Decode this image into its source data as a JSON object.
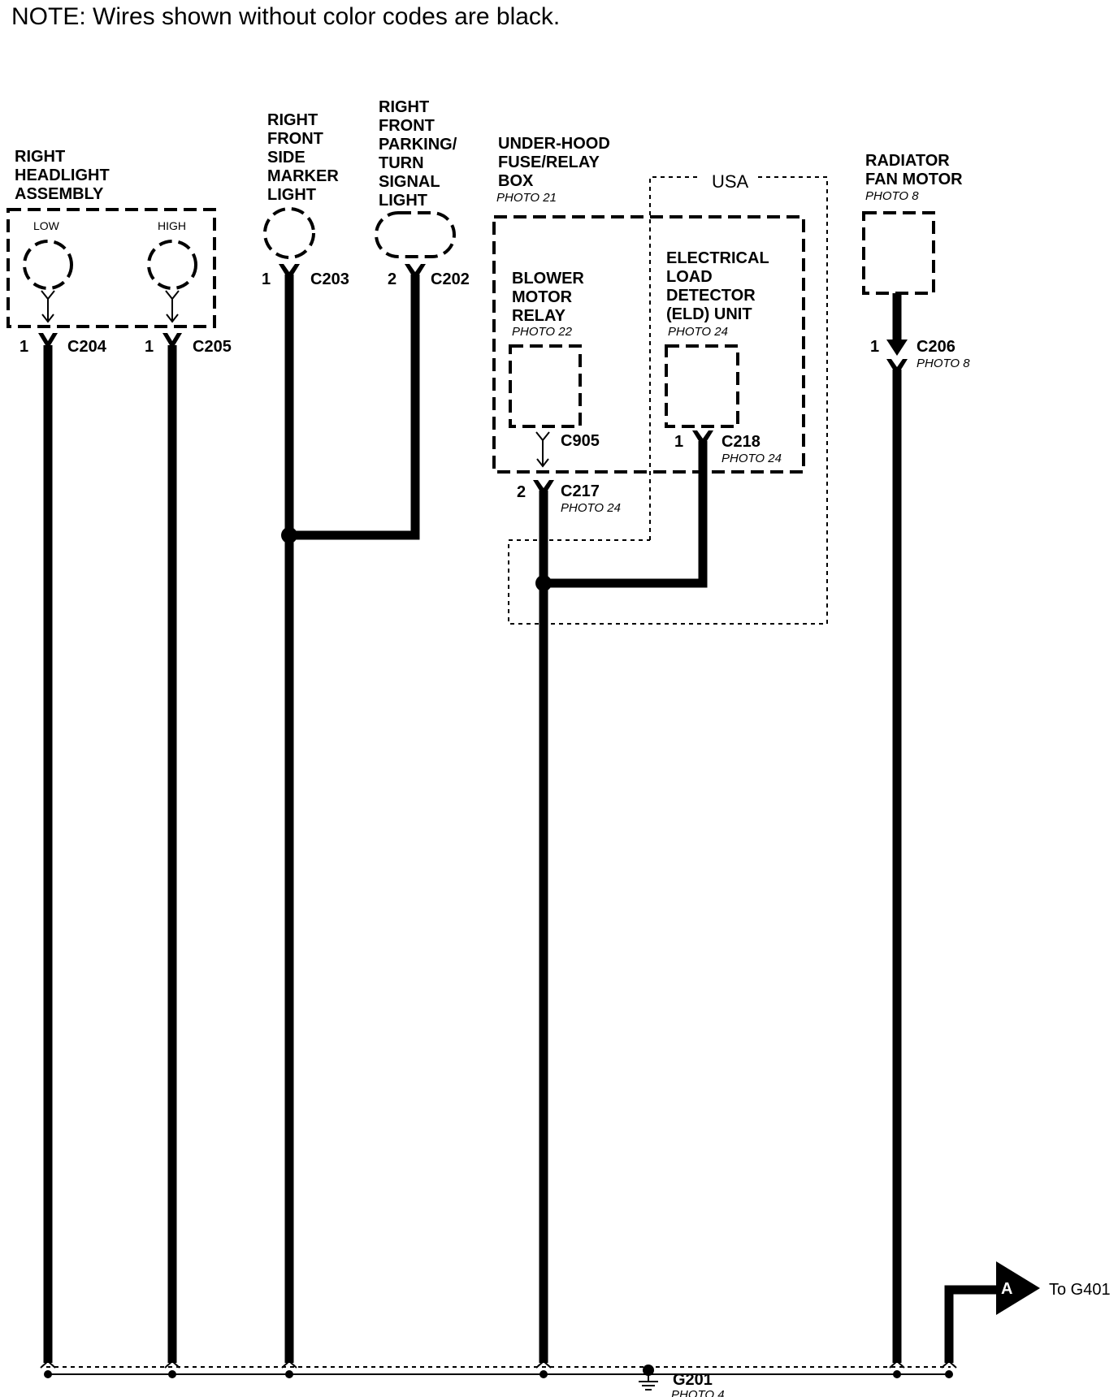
{
  "note": "NOTE: Wires shown without color codes are black.",
  "components": {
    "headlight": {
      "name": [
        "RIGHT",
        "HEADLIGHT",
        "ASSEMBLY"
      ],
      "low": "LOW",
      "high": "HIGH"
    },
    "side_marker": {
      "name": [
        "RIGHT",
        "FRONT",
        "SIDE",
        "MARKER",
        "LIGHT"
      ]
    },
    "parking_turn": {
      "name": [
        "RIGHT",
        "FRONT",
        "PARKING/",
        "TURN",
        "SIGNAL",
        "LIGHT"
      ]
    },
    "fuse_box": {
      "name": [
        "UNDER-HOOD",
        "FUSE/RELAY",
        "BOX"
      ],
      "photo": "PHOTO 21"
    },
    "blower_relay": {
      "name": [
        "BLOWER",
        "MOTOR",
        "RELAY"
      ],
      "photo": "PHOTO 22"
    },
    "eld_unit": {
      "name": [
        "ELECTRICAL",
        "LOAD",
        "DETECTOR",
        "(ELD) UNIT"
      ],
      "photo": "PHOTO 24"
    },
    "radiator_fan": {
      "name": [
        "RADIATOR",
        "FAN MOTOR"
      ],
      "photo": "PHOTO 8"
    },
    "usa_region": "USA"
  },
  "connectors": {
    "c204": {
      "id": "C204",
      "pin": "1"
    },
    "c205": {
      "id": "C205",
      "pin": "1"
    },
    "c203": {
      "id": "C203",
      "pin": "1"
    },
    "c202": {
      "id": "C202",
      "pin": "2"
    },
    "c905": {
      "id": "C905"
    },
    "c218": {
      "id": "C218",
      "pin": "1",
      "photo": "PHOTO 24"
    },
    "c217": {
      "id": "C217",
      "pin": "2",
      "photo": "PHOTO 24"
    },
    "c206": {
      "id": "C206",
      "pin": "1",
      "photo": "PHOTO 8"
    }
  },
  "ground": {
    "id": "G201",
    "photo": "PHOTO 4"
  },
  "offpage": {
    "letter": "A",
    "label": "To G401"
  }
}
